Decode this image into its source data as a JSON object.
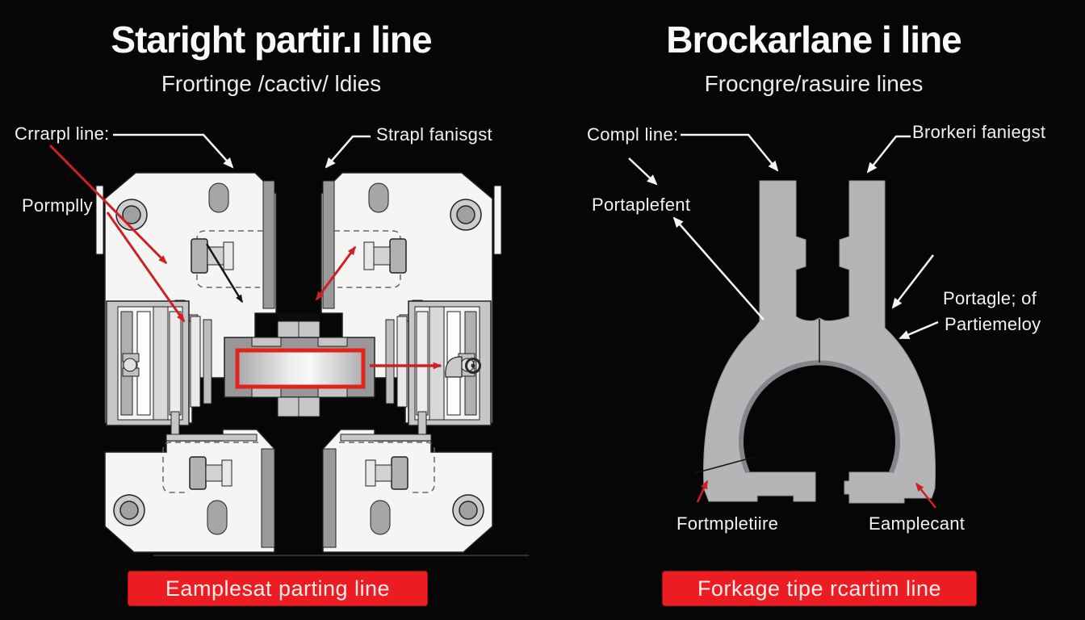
{
  "left_panel": {
    "title": "Staright partir.ı line",
    "subtitle": "Frortinge /cactiv/ ldies",
    "labels": {
      "crrarpl": "Crrarpl line:",
      "pormplly": "Pormplly",
      "strapl": "Strapl fanisgst"
    },
    "button_label": "Eamplesat parting line"
  },
  "right_panel": {
    "title": "Brockarlane i line",
    "subtitle": "Frocngre/rasuire lines",
    "labels": {
      "compl": "Compl line:",
      "portaplefent": "Portaplefent",
      "brorkeri": "Brorkeri faniegst",
      "portagle_line1": "Portagle; of",
      "portagle_line2": "Partiemeloy",
      "fortmpletiire": "Fortmpletiire",
      "eamplecant": "Eamplecant"
    },
    "button_label": "Forkage tipe rcartim line"
  },
  "colors": {
    "background": "#060606",
    "accent_red": "#ec1c23",
    "arrow_red": "#cf2125",
    "part_gray": "#b5b5b7",
    "block_white": "#f5f5f4"
  }
}
